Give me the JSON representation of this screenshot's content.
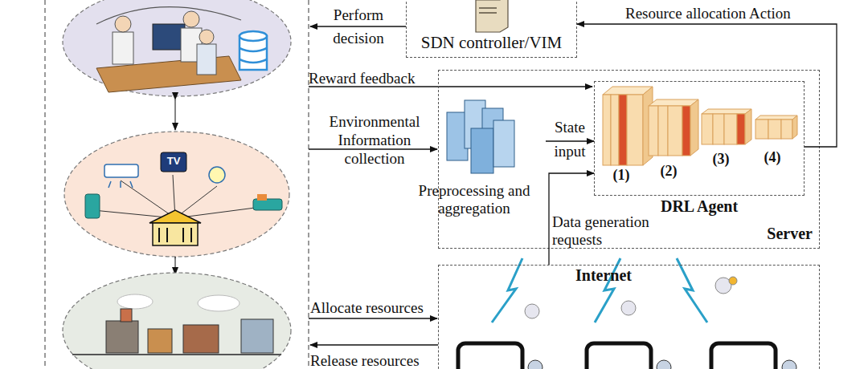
{
  "diagram": {
    "nodes": [
      {
        "text": [
          "SDN controller/VIM"
        ]
      },
      {
        "text": [
          "Server"
        ]
      },
      {
        "text": [
          "Preprocessing and aggregation"
        ],
        "in": 1
      },
      {
        "text": [
          "DRL Agent"
        ],
        "in": 1
      },
      {
        "text": [
          "Internet"
        ]
      }
    ],
    "edges": [
      {
        "from": 3,
        "to": 0,
        "arrow": "to",
        "label": "Resource allocation Action"
      },
      {
        "from": 2,
        "to": 3,
        "arrow": "to",
        "label": "State input"
      },
      {
        "from": 4,
        "to": 3,
        "arrow": "to",
        "label": "Data generation requests"
      }
    ],
    "labels": [
      "Perform decision",
      "Reward feedback",
      "Environmental Information collection",
      "Allocate resources",
      "Release resources",
      "(1)",
      "(2)",
      "(3)",
      "(4)",
      "TV"
    ]
  }
}
